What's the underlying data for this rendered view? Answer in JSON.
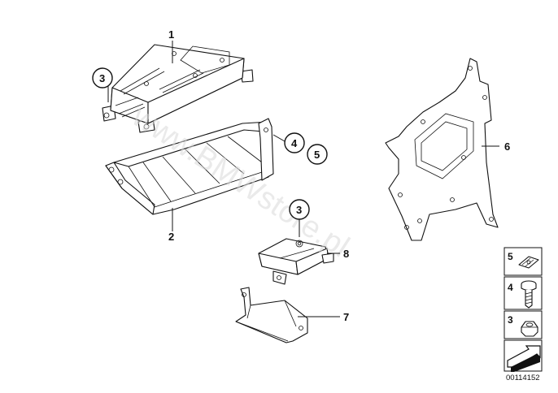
{
  "callouts": {
    "c1": "1",
    "c2": "2",
    "c3a": "3",
    "c3b": "3",
    "c4": "4",
    "c5": "5",
    "c6": "6",
    "c7": "7",
    "c8": "8"
  },
  "legend": {
    "items": [
      {
        "number": "5",
        "icon": "clip-nut-icon"
      },
      {
        "number": "4",
        "icon": "screw-icon"
      },
      {
        "number": "3",
        "icon": "hex-nut-icon"
      }
    ],
    "arrow_icon": "direction-arrow-icon"
  },
  "diagram_id": "00114152",
  "watermark": "www.BMWstore.pl"
}
